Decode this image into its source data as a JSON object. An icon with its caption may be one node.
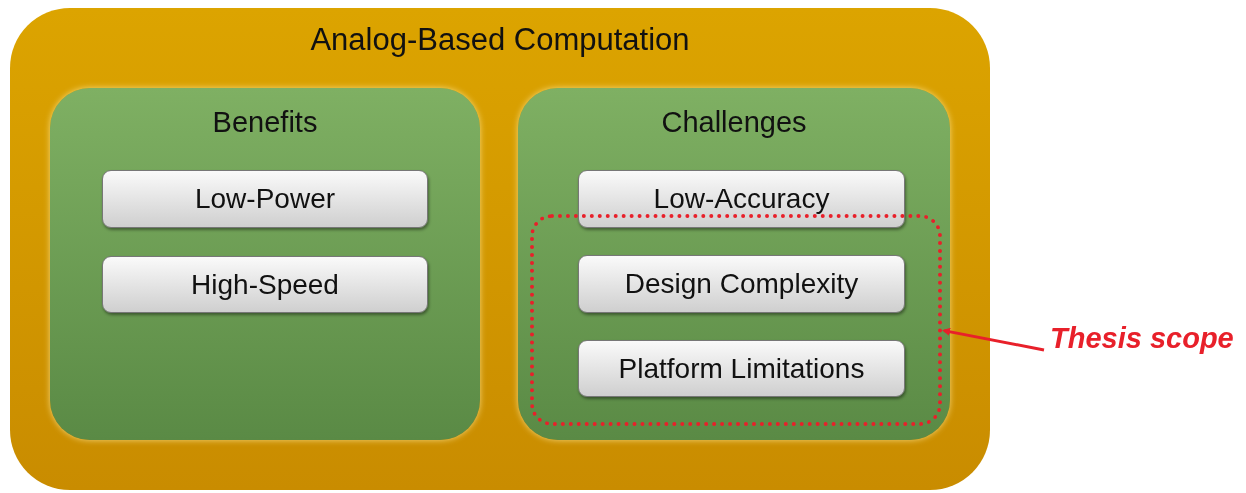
{
  "diagram": {
    "nodes": [
      {
        "text": [
          "Analog-Based Computation"
        ]
      },
      {
        "text": [
          "Benefits"
        ],
        "in": 0
      },
      {
        "text": [
          "Low-Power"
        ],
        "in": 1
      },
      {
        "text": [
          "High-Speed"
        ],
        "in": 1
      },
      {
        "text": [
          "Challenges"
        ],
        "in": 0
      },
      {
        "text": [
          "Low-Accuracy"
        ],
        "in": 4
      },
      {
        "text": [],
        "shape": "box",
        "in": 4
      },
      {
        "text": [
          "Design Complexity"
        ],
        "in": 6
      },
      {
        "text": [
          "Platform Limitations"
        ],
        "in": 6
      },
      {
        "text": [
          "Thesis scope"
        ]
      }
    ],
    "edges": [
      {
        "from": 9,
        "to": 6,
        "arrow": "to"
      }
    ]
  }
}
